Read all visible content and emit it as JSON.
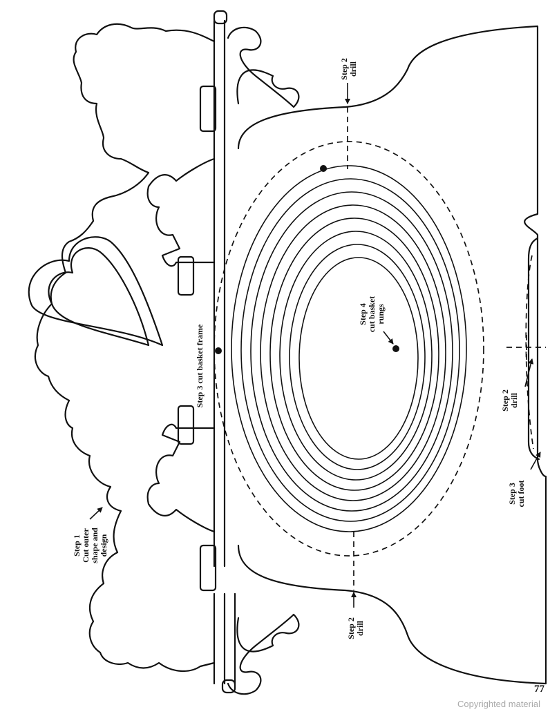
{
  "steps": {
    "step1": {
      "title": "Step 1",
      "lines": [
        "Cut outer",
        "shape and",
        "design"
      ]
    },
    "step2_top": {
      "title": "Step 2",
      "lines": [
        "drill"
      ]
    },
    "step2_bottom": {
      "title": "Step 2",
      "lines": [
        "drill"
      ]
    },
    "step2_foot": {
      "title": "Step 2",
      "lines": [
        "drill"
      ]
    },
    "step3_frame": {
      "text": "Step 3 cut basket frame"
    },
    "step3_foot": {
      "title": "Step 3",
      "lines": [
        "cut foot"
      ]
    },
    "step4": {
      "title": "Step 4",
      "lines": [
        "cut basket",
        "rungs"
      ]
    }
  },
  "page_number": "77",
  "copyright": "Copyrighted material"
}
